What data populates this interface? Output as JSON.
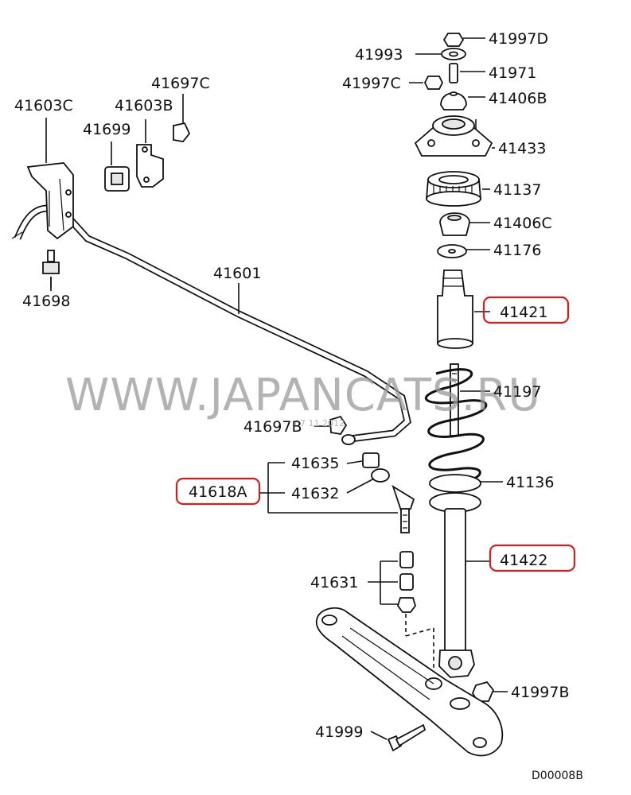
{
  "diagram": {
    "watermark": "WWW.JAPANCATS.RU",
    "watermark_small": "07 11 2012",
    "code": "D00008B",
    "highlight_color": "#d02020",
    "parts": {
      "p41997D": "41997D",
      "p41993": "41993",
      "p41971": "41971",
      "p41997C": "41997C",
      "p41406B": "41406B",
      "p41433": "41433",
      "p41137": "41137",
      "p41406C": "41406C",
      "p41176": "41176",
      "p41421": "41421",
      "p41197": "41197",
      "p41136": "41136",
      "p41422": "41422",
      "p41997B": "41997B",
      "p41999": "41999",
      "p41631": "41631",
      "p41635": "41635",
      "p41632": "41632",
      "p41618A": "41618A",
      "p41697B": "41697B",
      "p41601": "41601",
      "p41603C": "41603C",
      "p41603B": "41603B",
      "p41697C": "41697C",
      "p41699": "41699",
      "p41698": "41698"
    }
  }
}
